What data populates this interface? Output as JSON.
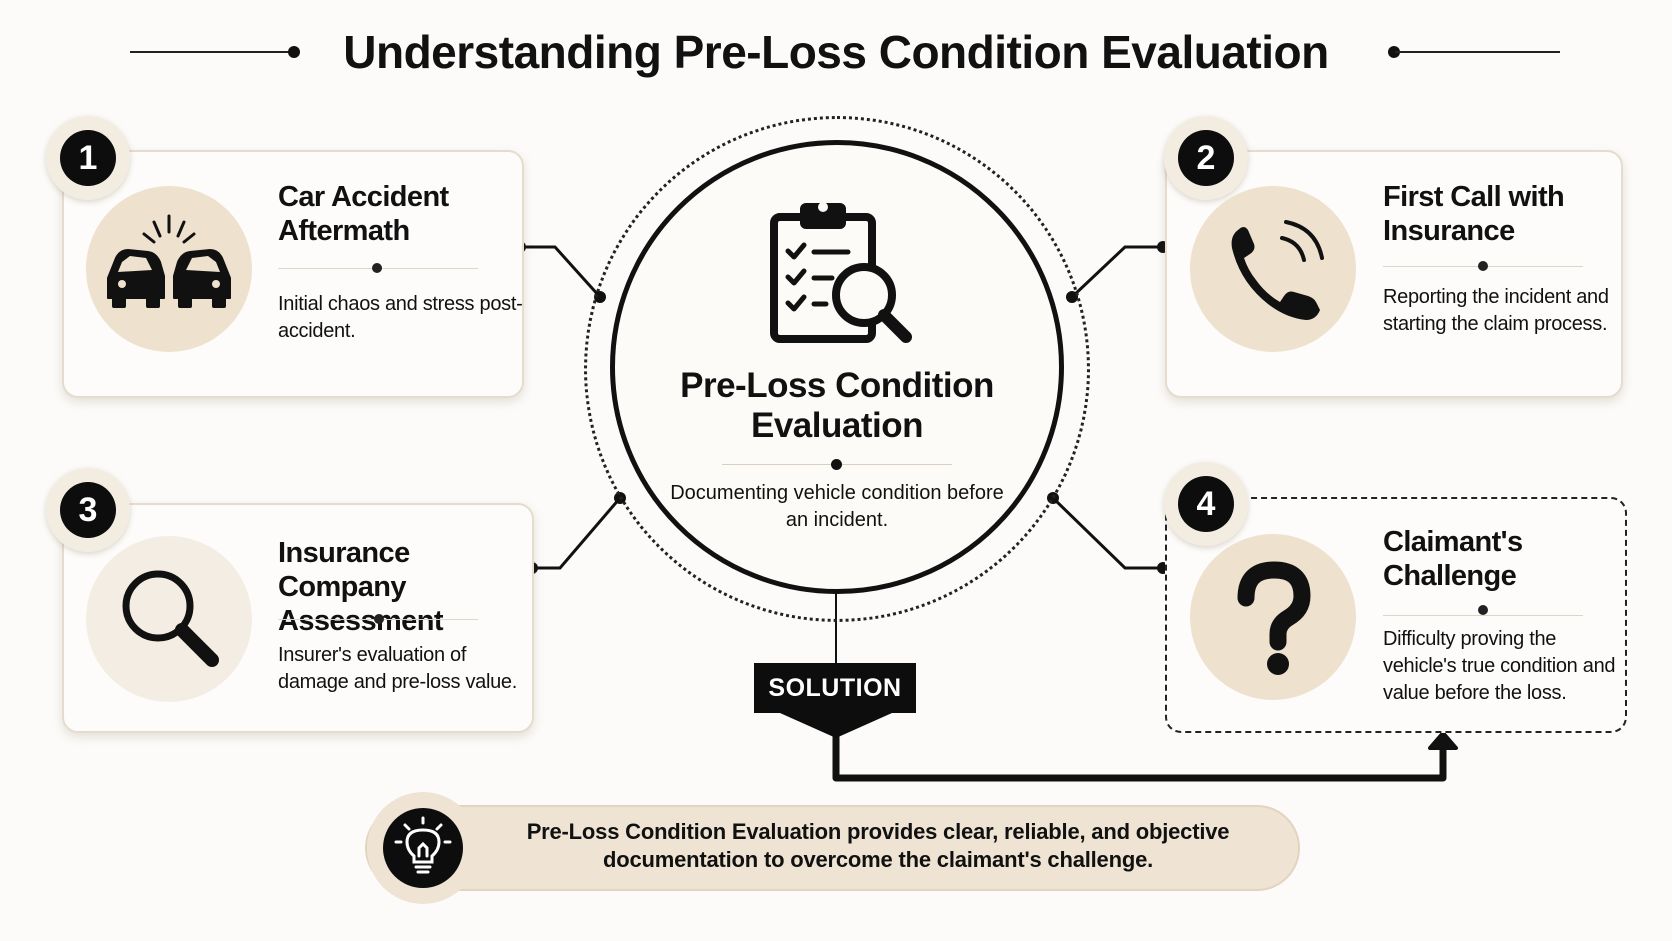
{
  "title": "Understanding Pre-Loss Condition Evaluation",
  "center": {
    "title": "Pre-Loss Condition Evaluation",
    "description": "Documenting vehicle condition before an incident.",
    "icon": "clipboard-magnifier-icon"
  },
  "steps": [
    {
      "number": "1",
      "title": "Car Accident Aftermath",
      "description": "Initial chaos and stress post-accident.",
      "icon": "car-crash-icon"
    },
    {
      "number": "2",
      "title": "First Call with Insurance",
      "description": "Reporting the incident and starting the claim process.",
      "icon": "phone-icon"
    },
    {
      "number": "3",
      "title": "Insurance Company Assessment",
      "description": "Insurer's evaluation of damage and pre-loss value.",
      "icon": "magnifier-icon"
    },
    {
      "number": "4",
      "title": "Claimant's Challenge",
      "description": "Difficulty proving the vehicle's true condition and value before the loss.",
      "icon": "question-mark-icon"
    }
  ],
  "solution_label": "SOLUTION",
  "conclusion": {
    "text": "Pre-Loss Condition Evaluation provides clear, reliable, and objective documentation to overcome the claimant's challenge.",
    "icon": "lightbulb-icon"
  },
  "colors": {
    "background": "#fcfbf9",
    "accent_beige": "#eee1cd",
    "dark": "#0d0d0d",
    "card_border": "#e6dccd"
  }
}
